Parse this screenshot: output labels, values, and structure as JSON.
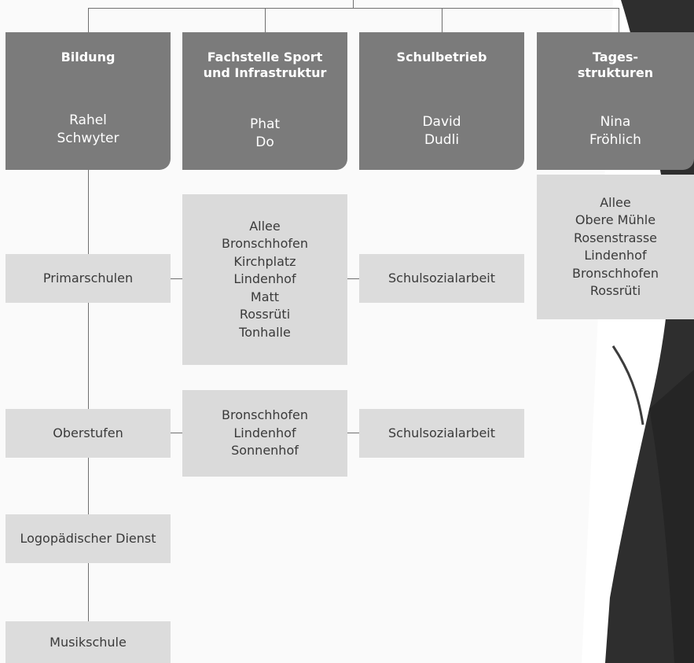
{
  "colors": {
    "header_bg": "#7b7b7b",
    "header_text": "#ffffff",
    "unit_bg": "#dcdcdc",
    "unit_text": "#3a3a3a",
    "connector": "#6f6f6f",
    "person_silhouette": "#2e2e2e"
  },
  "departments": [
    {
      "title": "Bildung",
      "head": "Rahel\nSchwyter"
    },
    {
      "title": "Fachstelle Sport\nund Infrastruktur",
      "head": "Phat\nDo"
    },
    {
      "title": "Schulbetrieb",
      "head": "David\nDudli"
    },
    {
      "title": "Tages-\nstrukturen",
      "head": "Nina\nFröhlich"
    }
  ],
  "units": {
    "primarschulen": "Primarschulen",
    "oberstufen": "Oberstufen",
    "logopaedie": "Logopädischer Dienst",
    "musikschule": "Musikschule"
  },
  "locations": {
    "primarschulen": "Allee\nBronschhofen\nKirchplatz\nLindenhof\nMatt\nRossrüti\nTonhalle",
    "oberstufen": "Bronschhofen\nLindenhof\nSonnenhof",
    "tagesstrukturen": "Allee\nObere Mühle\nRosenstrasse\nLindenhof\nBronschhofen\nRossrüti"
  },
  "social_work": {
    "primarschulen": "Schulsozialarbeit",
    "oberstufen": "Schulsozialarbeit"
  }
}
